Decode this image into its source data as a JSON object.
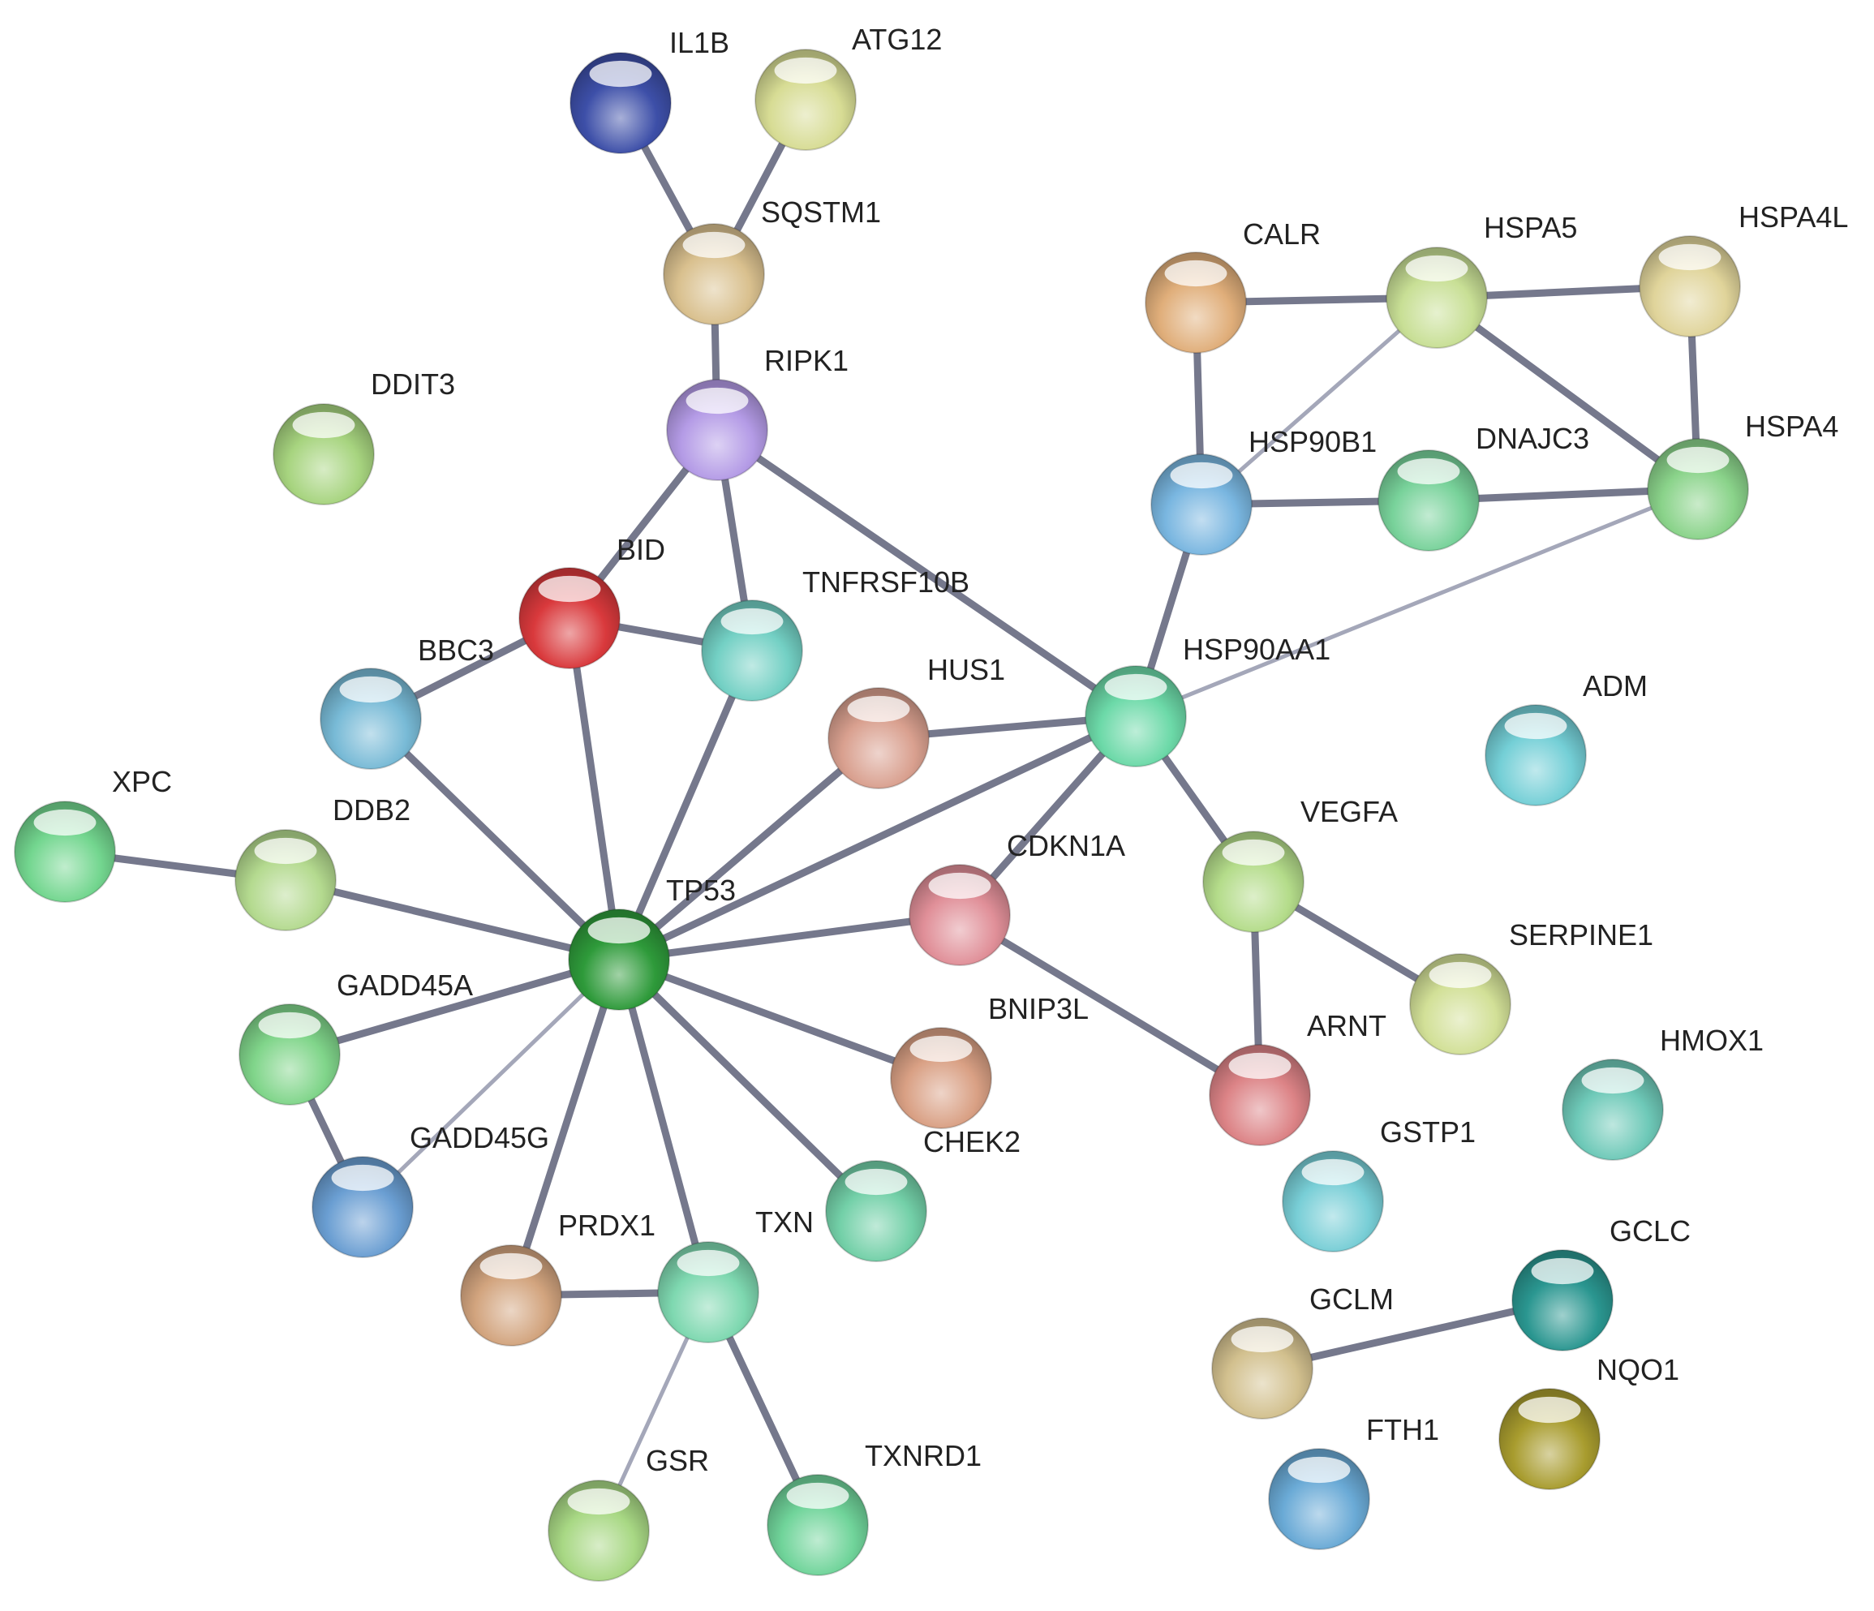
{
  "nodes": [
    {
      "id": "IL1B",
      "label": "IL1B",
      "color": "#3d4fa8"
    },
    {
      "id": "ATG12",
      "label": "ATG12",
      "color": "#d7dc94"
    },
    {
      "id": "SQSTM1",
      "label": "SQSTM1",
      "color": "#d9c08e"
    },
    {
      "id": "RIPK1",
      "label": "RIPK1",
      "color": "#b49be6"
    },
    {
      "id": "DDIT3",
      "label": "DDIT3",
      "color": "#a7d47f"
    },
    {
      "id": "CALR",
      "label": "CALR",
      "color": "#e0ae7a"
    },
    {
      "id": "HSPA5",
      "label": "HSPA5",
      "color": "#c8df95"
    },
    {
      "id": "HSPA4L",
      "label": "HSPA4L",
      "color": "#e0d49a"
    },
    {
      "id": "HSP90B1",
      "label": "HSP90B1",
      "color": "#79b6e0"
    },
    {
      "id": "DNAJC3",
      "label": "DNAJC3",
      "color": "#78d29a"
    },
    {
      "id": "HSPA4",
      "label": "HSPA4",
      "color": "#8ad38a"
    },
    {
      "id": "BID",
      "label": "BID",
      "color": "#d9393c"
    },
    {
      "id": "TNFRSF10B",
      "label": "TNFRSF10B",
      "color": "#73d0c4"
    },
    {
      "id": "HSP90AA1",
      "label": "HSP90AA1",
      "color": "#6cd9a8"
    },
    {
      "id": "BBC3",
      "label": "BBC3",
      "color": "#78bad6"
    },
    {
      "id": "HUS1",
      "label": "HUS1",
      "color": "#d9a08f"
    },
    {
      "id": "ADM",
      "label": "ADM",
      "color": "#74cfd6"
    },
    {
      "id": "XPC",
      "label": "XPC",
      "color": "#73d68f"
    },
    {
      "id": "DDB2",
      "label": "DDB2",
      "color": "#b4da8f"
    },
    {
      "id": "CDKN1A",
      "label": "CDKN1A",
      "color": "#e08f98"
    },
    {
      "id": "VEGFA",
      "label": "VEGFA",
      "color": "#b4dc8a"
    },
    {
      "id": "TP53",
      "label": "TP53",
      "color": "#2e9a3a"
    },
    {
      "id": "SERPINE1",
      "label": "SERPINE1",
      "color": "#d2e097"
    },
    {
      "id": "GADD45A",
      "label": "GADD45A",
      "color": "#80d58a"
    },
    {
      "id": "BNIP3L",
      "label": "BNIP3L",
      "color": "#d9a084"
    },
    {
      "id": "ARNT",
      "label": "ARNT",
      "color": "#dc8386"
    },
    {
      "id": "HMOX1",
      "label": "HMOX1",
      "color": "#6ec9b8"
    },
    {
      "id": "GADD45G",
      "label": "GADD45G",
      "color": "#6a9ed2"
    },
    {
      "id": "CHEK2",
      "label": "CHEK2",
      "color": "#73d0a8"
    },
    {
      "id": "GSTP1",
      "label": "GSTP1",
      "color": "#78ced6"
    },
    {
      "id": "PRDX1",
      "label": "PRDX1",
      "color": "#d2a47e"
    },
    {
      "id": "TXN",
      "label": "TXN",
      "color": "#7ed8b0"
    },
    {
      "id": "GCLC",
      "label": "GCLC",
      "color": "#2a9690"
    },
    {
      "id": "GCLM",
      "label": "GCLM",
      "color": "#d2c08e"
    },
    {
      "id": "NQO1",
      "label": "NQO1",
      "color": "#a89c2e"
    },
    {
      "id": "FTH1",
      "label": "FTH1",
      "color": "#6aaad6"
    },
    {
      "id": "GSR",
      "label": "GSR",
      "color": "#a8d884"
    },
    {
      "id": "TXNRD1",
      "label": "TXNRD1",
      "color": "#70d49a"
    }
  ],
  "edges": [
    {
      "from": "IL1B",
      "to": "SQSTM1",
      "strength": "strong"
    },
    {
      "from": "ATG12",
      "to": "SQSTM1",
      "strength": "strong"
    },
    {
      "from": "SQSTM1",
      "to": "RIPK1",
      "strength": "strong"
    },
    {
      "from": "RIPK1",
      "to": "BID",
      "strength": "strong"
    },
    {
      "from": "RIPK1",
      "to": "TNFRSF10B",
      "strength": "strong"
    },
    {
      "from": "RIPK1",
      "to": "HSP90AA1",
      "strength": "strong"
    },
    {
      "from": "CALR",
      "to": "HSPA5",
      "strength": "strong"
    },
    {
      "from": "CALR",
      "to": "HSP90B1",
      "strength": "strong"
    },
    {
      "from": "HSPA5",
      "to": "HSPA4L",
      "strength": "strong"
    },
    {
      "from": "HSPA5",
      "to": "HSPA4",
      "strength": "strong"
    },
    {
      "from": "HSPA5",
      "to": "HSP90B1",
      "strength": "weak"
    },
    {
      "from": "HSPA4L",
      "to": "HSPA4",
      "strength": "strong"
    },
    {
      "from": "HSP90B1",
      "to": "DNAJC3",
      "strength": "strong"
    },
    {
      "from": "DNAJC3",
      "to": "HSPA4",
      "strength": "strong"
    },
    {
      "from": "HSP90B1",
      "to": "HSP90AA1",
      "strength": "strong"
    },
    {
      "from": "HSPA4",
      "to": "HSP90AA1",
      "strength": "weak"
    },
    {
      "from": "BID",
      "to": "BBC3",
      "strength": "strong"
    },
    {
      "from": "BID",
      "to": "TNFRSF10B",
      "strength": "strong"
    },
    {
      "from": "BID",
      "to": "TP53",
      "strength": "strong"
    },
    {
      "from": "TNFRSF10B",
      "to": "TP53",
      "strength": "strong"
    },
    {
      "from": "BBC3",
      "to": "TP53",
      "strength": "strong"
    },
    {
      "from": "HUS1",
      "to": "HSP90AA1",
      "strength": "strong"
    },
    {
      "from": "HUS1",
      "to": "TP53",
      "strength": "strong"
    },
    {
      "from": "HSP90AA1",
      "to": "TP53",
      "strength": "strong"
    },
    {
      "from": "HSP90AA1",
      "to": "CDKN1A",
      "strength": "strong"
    },
    {
      "from": "HSP90AA1",
      "to": "VEGFA",
      "strength": "strong"
    },
    {
      "from": "XPC",
      "to": "DDB2",
      "strength": "strong"
    },
    {
      "from": "DDB2",
      "to": "TP53",
      "strength": "strong"
    },
    {
      "from": "CDKN1A",
      "to": "TP53",
      "strength": "strong"
    },
    {
      "from": "CDKN1A",
      "to": "ARNT",
      "strength": "strong"
    },
    {
      "from": "VEGFA",
      "to": "SERPINE1",
      "strength": "strong"
    },
    {
      "from": "VEGFA",
      "to": "ARNT",
      "strength": "strong"
    },
    {
      "from": "GADD45A",
      "to": "TP53",
      "strength": "strong"
    },
    {
      "from": "GADD45A",
      "to": "GADD45G",
      "strength": "strong"
    },
    {
      "from": "GADD45G",
      "to": "TP53",
      "strength": "weak"
    },
    {
      "from": "TP53",
      "to": "BNIP3L",
      "strength": "strong"
    },
    {
      "from": "TP53",
      "to": "CHEK2",
      "strength": "strong"
    },
    {
      "from": "TP53",
      "to": "PRDX1",
      "strength": "strong"
    },
    {
      "from": "TP53",
      "to": "TXN",
      "strength": "strong"
    },
    {
      "from": "PRDX1",
      "to": "TXN",
      "strength": "strong"
    },
    {
      "from": "TXN",
      "to": "GSR",
      "strength": "weak"
    },
    {
      "from": "TXN",
      "to": "TXNRD1",
      "strength": "strong"
    },
    {
      "from": "GCLM",
      "to": "GCLC",
      "strength": "strong"
    }
  ]
}
